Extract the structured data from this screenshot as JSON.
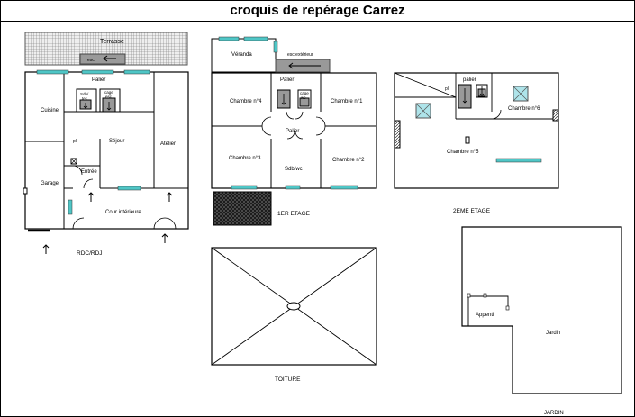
{
  "title": "croquis de repérage Carrez",
  "rdc": {
    "terrasse": "Terrasse",
    "esc": "esc",
    "cuisine": "Cuisine",
    "palier": "Palier",
    "sdb_tec_1": "Sdb/",
    "sdb_tec_2": "tec",
    "cage_esc_1": "cage",
    "cage_esc_2": "esc",
    "pl": "pl",
    "sejour": "Séjour",
    "atelier": "Atelier",
    "entree": "Entrée",
    "garage": "Garage",
    "cour": "Cour intérieure",
    "caption": "RDC/RDJ"
  },
  "etage1": {
    "veranda": "Véranda",
    "esc_ext": "esc extérieur",
    "palier_top": "Palier",
    "cage_1": "cage",
    "cage_2": "wc",
    "chambre4": "Chambre n°4",
    "chambre1": "Chambre n°1",
    "palier": "Palier",
    "chambre3": "Chambre n°3",
    "chambre2": "Chambre n°2",
    "sdb_wc": "Sdb/wc",
    "caption": "1ER ETAGE"
  },
  "etage2": {
    "pl": "pl",
    "palier": "palier",
    "chambre6": "Chambre n°6",
    "chambre5": "Chambre n°5",
    "caption": "2EME ETAGE"
  },
  "toiture": {
    "caption": "TOITURE"
  },
  "jardin": {
    "appenti": "Appenti",
    "jardin": "Jardin",
    "caption": "JARDIN"
  }
}
